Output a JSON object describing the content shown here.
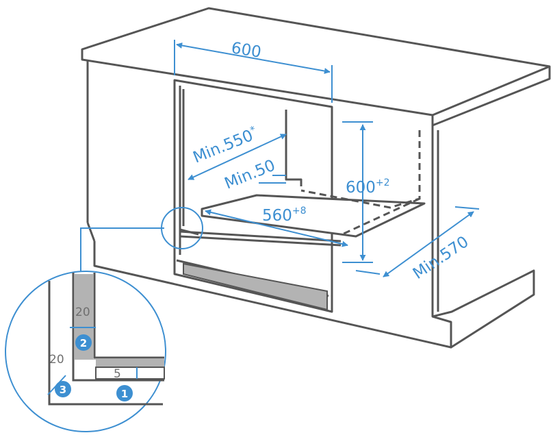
{
  "dimensions": {
    "width": "600",
    "depth_min_550": "Min.550",
    "depth_min_550_mark": "*",
    "min_50": "Min.50",
    "height_600": "600",
    "height_600_tol": "+2",
    "width_560": "560",
    "width_560_tol": "+8",
    "min_570": "Min.570"
  },
  "detail": {
    "dim_20_top": "20",
    "dim_20_side": "20",
    "dim_5": "5",
    "badges": [
      "1",
      "2",
      "3"
    ]
  },
  "colors": {
    "line": "#555555",
    "accent": "#3d8fd1",
    "shade": "#b3b3b3"
  }
}
